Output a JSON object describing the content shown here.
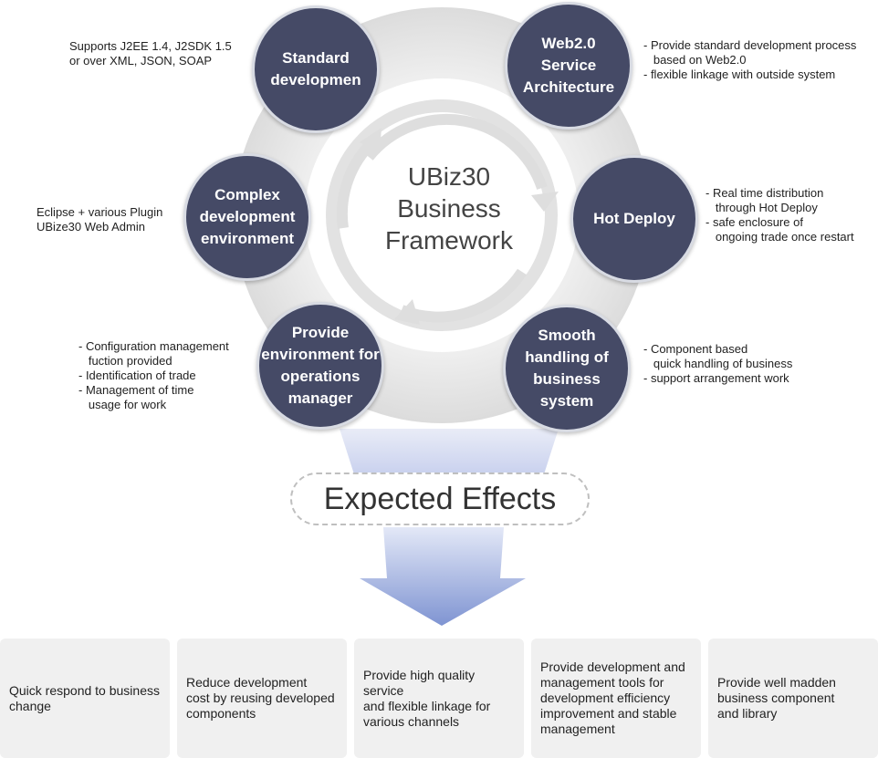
{
  "center": {
    "title": "UBiz30\nBusiness\nFramework"
  },
  "nodes": [
    {
      "id": "standard",
      "label": "Standard\ndevelopmen",
      "notes": [
        "Supports J2EE 1.4, J2SDK 1.5",
        "or over XML, JSON, SOAP"
      ]
    },
    {
      "id": "web20",
      "label": "Web2.0\nService\nArchitecture",
      "notes": [
        "- Provide standard development process",
        "   based on Web2.0",
        "- flexible linkage with outside system"
      ]
    },
    {
      "id": "hot-deploy",
      "label": "Hot Deploy",
      "notes": [
        "- Real time distribution",
        "   through Hot Deploy",
        "- safe enclosure of",
        "   ongoing trade once restart"
      ]
    },
    {
      "id": "complex",
      "label": "Complex\ndevelopment\nenvironment",
      "notes": [
        "Eclipse + various Plugin",
        "UBize30 Web Admin"
      ]
    },
    {
      "id": "operations",
      "label": "Provide\nenvironment for\noperations\nmanager",
      "notes": [
        "- Configuration management",
        "   fuction provided",
        "- Identification of trade",
        "- Management of time",
        "   usage for work"
      ]
    },
    {
      "id": "smooth",
      "label": "Smooth\nhandling of\nbusiness\nsystem",
      "notes": [
        "- Component based",
        "   quick handling of business",
        "- support arrangement work"
      ]
    }
  ],
  "effects_label": "Expected Effects",
  "effects": [
    "Quick respond to business\nchange",
    "Reduce development\ncost by reusing developed\ncomponents",
    "Provide high quality service\nand flexible linkage for\nvarious channels",
    "Provide development and\nmanagement tools for\ndevelopment efficiency\nimprovement and stable\nmanagement",
    "Provide well madden\nbusiness component\nand library"
  ],
  "colors": {
    "node_fill": "#454a66",
    "ring": "#e6e6e6",
    "arrow": "#8c9fd6",
    "card": "#f0f0f0"
  }
}
